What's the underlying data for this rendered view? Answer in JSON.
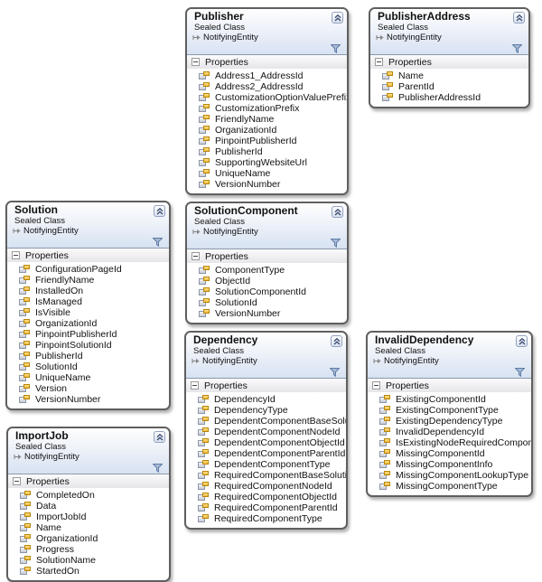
{
  "diagram": {
    "background_color": "#ffffff",
    "box_border_color": "#5f5f5f",
    "header_gradient_bottom": "#d7e2f2",
    "accent_navy": "#3f4e73",
    "icon_names": {
      "collapse": "chevron-up-double-icon",
      "filter": "funnel-filter-icon",
      "inheritance": "arrow-right-icon",
      "section_expander": "minus-box-icon",
      "property": "property-card-icon"
    }
  },
  "classes": [
    {
      "name": "Publisher",
      "kind": "Sealed Class",
      "base": "NotifyingEntity",
      "section": "Properties",
      "properties": [
        "Address1_AddressId",
        "Address2_AddressId",
        "CustomizationOptionValuePrefix",
        "CustomizationPrefix",
        "FriendlyName",
        "OrganizationId",
        "PinpointPublisherId",
        "PublisherId",
        "SupportingWebsiteUrl",
        "UniqueName",
        "VersionNumber"
      ]
    },
    {
      "name": "PublisherAddress",
      "kind": "Sealed Class",
      "base": "NotifyingEntity",
      "section": "Properties",
      "properties": [
        "Name",
        "ParentId",
        "PublisherAddressId"
      ]
    },
    {
      "name": "Solution",
      "kind": "Sealed Class",
      "base": "NotifyingEntity",
      "section": "Properties",
      "properties": [
        "ConfigurationPageId",
        "FriendlyName",
        "InstalledOn",
        "IsManaged",
        "IsVisible",
        "OrganizationId",
        "PinpointPublisherId",
        "PinpointSolutionId",
        "PublisherId",
        "SolutionId",
        "UniqueName",
        "Version",
        "VersionNumber"
      ]
    },
    {
      "name": "SolutionComponent",
      "kind": "Sealed Class",
      "base": "NotifyingEntity",
      "section": "Properties",
      "properties": [
        "ComponentType",
        "ObjectId",
        "SolutionComponentId",
        "SolutionId",
        "VersionNumber"
      ]
    },
    {
      "name": "Dependency",
      "kind": "Sealed Class",
      "base": "NotifyingEntity",
      "section": "Properties",
      "properties": [
        "DependencyId",
        "DependencyType",
        "DependentComponentBaseSolutionId",
        "DependentComponentNodeId",
        "DependentComponentObjectId",
        "DependentComponentParentId",
        "DependentComponentType",
        "RequiredComponentBaseSolutionId",
        "RequiredComponentNodeId",
        "RequiredComponentObjectId",
        "RequiredComponentParentId",
        "RequiredComponentType"
      ]
    },
    {
      "name": "InvalidDependency",
      "kind": "Sealed Class",
      "base": "NotifyingEntity",
      "section": "Properties",
      "properties": [
        "ExistingComponentId",
        "ExistingComponentType",
        "ExistingDependencyType",
        "InvalidDependencyId",
        "IsExistingNodeRequiredComponent",
        "MissingComponentId",
        "MissingComponentInfo",
        "MissingComponentLookupType",
        "MissingComponentType"
      ]
    },
    {
      "name": "ImportJob",
      "kind": "Sealed Class",
      "base": "NotifyingEntity",
      "section": "Properties",
      "properties": [
        "CompletedOn",
        "Data",
        "ImportJobId",
        "Name",
        "OrganizationId",
        "Progress",
        "SolutionName",
        "StartedOn"
      ]
    }
  ]
}
